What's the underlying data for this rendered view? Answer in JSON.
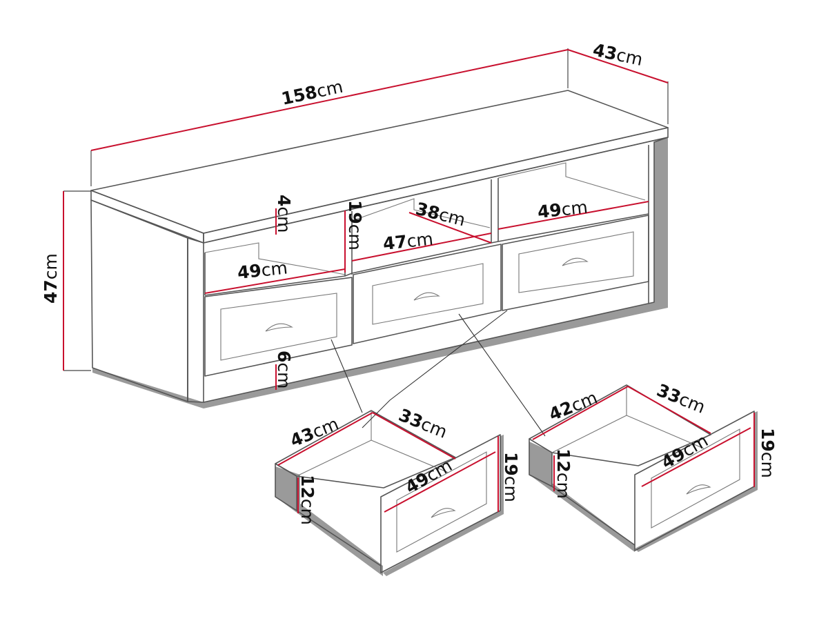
{
  "unit": "cm",
  "colors": {
    "dimension_line": "#c8102e",
    "outline": "#555555",
    "shadow": "#9a9a9a"
  },
  "dimensions": [
    {
      "id": "total-width",
      "value": "158",
      "unit": "cm"
    },
    {
      "id": "depth",
      "value": "43",
      "unit": "cm"
    },
    {
      "id": "height",
      "value": "47",
      "unit": "cm"
    },
    {
      "id": "shelf-top-gap",
      "value": "4",
      "unit": "cm"
    },
    {
      "id": "middle-shelf-height",
      "value": "19",
      "unit": "cm"
    },
    {
      "id": "shelf-depth",
      "value": "38",
      "unit": "cm"
    },
    {
      "id": "right-shelf-width",
      "value": "49",
      "unit": "cm"
    },
    {
      "id": "middle-shelf-width",
      "value": "47",
      "unit": "cm"
    },
    {
      "id": "left-shelf-width",
      "value": "49",
      "unit": "cm"
    },
    {
      "id": "plinth-height",
      "value": "6",
      "unit": "cm"
    }
  ],
  "drawer_left": [
    {
      "id": "drawer1-depth",
      "value": "43",
      "unit": "cm"
    },
    {
      "id": "drawer1-width",
      "value": "33",
      "unit": "cm"
    },
    {
      "id": "drawer1-front-height",
      "value": "19",
      "unit": "cm"
    },
    {
      "id": "drawer1-box-height",
      "value": "12",
      "unit": "cm"
    },
    {
      "id": "drawer1-front-width",
      "value": "49",
      "unit": "cm"
    }
  ],
  "drawer_right": [
    {
      "id": "drawer2-depth",
      "value": "42",
      "unit": "cm"
    },
    {
      "id": "drawer2-width",
      "value": "33",
      "unit": "cm"
    },
    {
      "id": "drawer2-front-height",
      "value": "19",
      "unit": "cm"
    },
    {
      "id": "drawer2-box-height",
      "value": "12",
      "unit": "cm"
    },
    {
      "id": "drawer2-front-width",
      "value": "49",
      "unit": "cm"
    }
  ]
}
